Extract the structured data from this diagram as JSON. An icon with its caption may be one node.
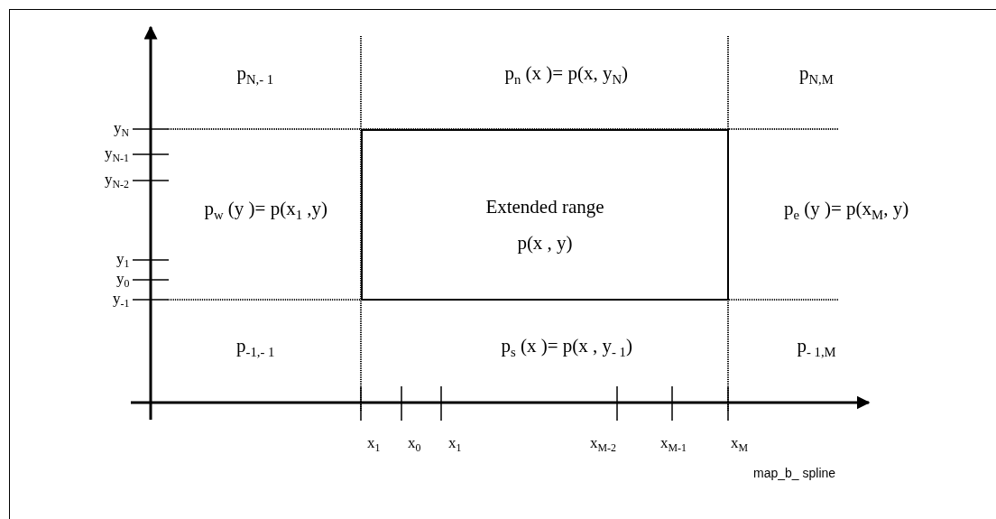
{
  "diagram": {
    "nodes": [
      {
        "text": [
          "Extended range",
          "p(x , y)"
        ]
      }
    ],
    "edges": [],
    "labels": [
      "p$_{N,- 1}$",
      "p$_{n}$ (x )= p(x, y$_{N}$)",
      "p$_{N,M}$",
      "y$_{N}$",
      "y$_{N-1}$",
      "y$_{N-2}$",
      "p$_{w}$ (y )= p(x$_{1}$ ,y)",
      "p$_{e}$ (y )= p(x$_{M}$, y)",
      "y$_{1}$",
      "y$_{0}$",
      "y$_{-1}$",
      "p$_{-1,- 1}$",
      "p$_{s}$ (x )= p(x , y$_{- 1}$)",
      "p$_{- 1,M}$",
      "x$_{1}$",
      "x$_{0}$",
      "x$_{1}$",
      "x$_{M-2}$",
      "x$_{M-1}$",
      "x$_{M}$",
      "map_b_ spline"
    ]
  }
}
